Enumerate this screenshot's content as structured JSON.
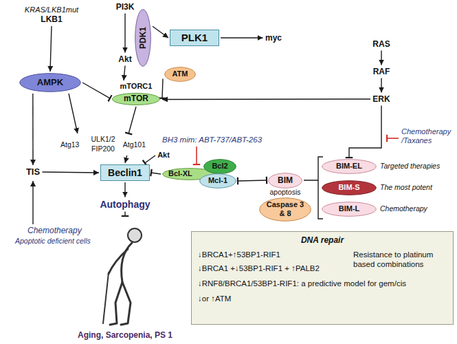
{
  "diagram": {
    "nodes": [
      {
        "text": [
          "KRAS/LKB1mut",
          "LKB1"
        ]
      },
      {
        "text": [
          "AMPK"
        ]
      },
      {
        "text": [
          "PI3K"
        ]
      },
      {
        "text": [
          "PDK1"
        ]
      },
      {
        "text": [
          "PLK1"
        ]
      },
      {
        "text": [
          "myc"
        ]
      },
      {
        "text": [
          "Akt"
        ]
      },
      {
        "text": [
          "mTORC1",
          "mTOR"
        ]
      },
      {
        "text": [
          "ATM"
        ]
      },
      {
        "text": [
          "RAS"
        ]
      },
      {
        "text": [
          "RAF"
        ]
      },
      {
        "text": [
          "ERK"
        ]
      },
      {
        "text": [
          "Atg13",
          "ULK1/2",
          "FIP200",
          "Atg101"
        ]
      },
      {
        "text": [
          "TIS"
        ]
      },
      {
        "text": [
          "Beclin1"
        ]
      },
      {
        "text": [
          "Akt"
        ]
      },
      {
        "text": [
          "Bcl-XL"
        ]
      },
      {
        "text": [
          "Bcl2"
        ]
      },
      {
        "text": [
          "Mcl-1"
        ]
      },
      {
        "text": [
          "BIM"
        ]
      },
      {
        "text": [
          "Caspase 3 & 8"
        ]
      },
      {
        "text": [
          "BIM-EL"
        ]
      },
      {
        "text": [
          "BIM-S"
        ]
      },
      {
        "text": [
          "BIM-L"
        ]
      },
      {
        "text": [
          "Autophagy"
        ]
      },
      {
        "text": [
          "Aging, Sarcopenia, PS 1"
        ]
      },
      {
        "text": [
          "DNA repair",
          "↓BRCA1+↑53BP1-RIF1",
          "↓BRCA1 +↓53BP1-RIF1 + ↑PALB2",
          "↓RNF8/BRCA1/53BP1-RIF1: a predictive model for gem/cis",
          "↓or ↑ATM",
          "Resistance to platinum based combinations"
        ]
      }
    ],
    "edges": [
      {
        "from": 0,
        "to": 1,
        "arrow": "to"
      },
      {
        "from": 1,
        "to": 7,
        "arrow": "to"
      },
      {
        "from": 1,
        "to": 13,
        "arrow": "to"
      },
      {
        "from": 1,
        "to": 12,
        "arrow": "to"
      },
      {
        "from": 2,
        "to": 6,
        "arrow": "to"
      },
      {
        "from": 3,
        "to": 4,
        "arrow": "to"
      },
      {
        "from": 4,
        "to": 5,
        "arrow": "to"
      },
      {
        "from": 6,
        "to": 7,
        "arrow": "to"
      },
      {
        "from": 8,
        "to": 7,
        "arrow": "to"
      },
      {
        "from": 9,
        "to": 10,
        "arrow": "to"
      },
      {
        "from": 10,
        "to": 11,
        "arrow": "to"
      },
      {
        "from": 11,
        "to": 7,
        "arrow": "to"
      },
      {
        "from": 11,
        "to": 21,
        "arrow": "to"
      },
      {
        "from": 7,
        "to": 12,
        "arrow": "to"
      },
      {
        "from": 12,
        "to": 14,
        "arrow": "to"
      },
      {
        "from": 13,
        "to": 14,
        "arrow": "to"
      },
      {
        "from": 15,
        "to": 14,
        "arrow": "to"
      },
      {
        "from": 16,
        "to": 14,
        "arrow": "to"
      },
      {
        "from": 19,
        "to": 18,
        "arrow": "both"
      },
      {
        "from": 14,
        "to": 24,
        "arrow": "to"
      },
      {
        "from": 24,
        "to": 25,
        "arrow": "to"
      }
    ],
    "labels": [
      "Chemotherapy",
      "Apoptotic deficient cells",
      "BH3 mim: ABT-737/ABT-263",
      "Chemotherapy /Taxanes",
      "apoptosis",
      "Targeted therapies",
      "The most potent",
      "Chemotherapy"
    ]
  }
}
